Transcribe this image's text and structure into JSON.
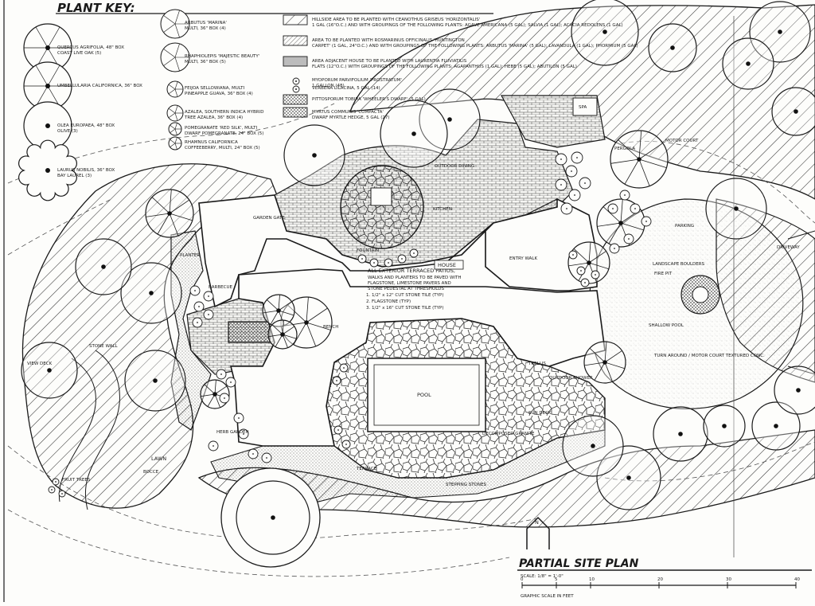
{
  "sheet": {
    "plant_key_title": "PLANT KEY:",
    "plan_title": "PARTIAL SITE PLAN",
    "scale_note": "SCALE: 1/8\" = 1'-0\"",
    "graphic_scale_note": "GRAPHIC SCALE IN FEET",
    "scale_ticks": [
      "0",
      "5",
      "10",
      "20",
      "30",
      "40"
    ],
    "north_label": "N"
  },
  "plant_key_left": [
    {
      "label": "QUERCUS AGRIFOLIA, 48\" BOX",
      "sub": "COAST LIVE OAK (5)"
    },
    {
      "label": "UMBELLULARIA CALIFORNICA, 36\" BOX",
      "sub": ""
    },
    {
      "label": "OLEA EUROPAEA, 48\" BOX",
      "sub": "OLIVE (3)"
    },
    {
      "label": "LAURUS NOBILIS, 36\" BOX",
      "sub": "BAY LAUREL (3)"
    }
  ],
  "plant_key_mid": [
    {
      "label": "ARBUTUS 'MARINA'",
      "sub": "MULTI, 36\" BOX (4)"
    },
    {
      "label": "RHAPHIOLEPIS 'MAJESTIC BEAUTY'",
      "sub": "MULTI, 36\" BOX (5)"
    },
    {
      "label": "FEIJOA SELLOWIANA, MULTI",
      "sub": "PINEAPPLE GUAVA, 36\" BOX (4)"
    },
    {
      "label": "AZALEA, SOUTHERN INDICA HYBRID",
      "sub": "TREE AZALEA, 36\" BOX (4)"
    },
    {
      "label": "POMEGRANATE 'RED SILK', MULTI",
      "sub": "DWARF POMEGRANATE, 24\" BOX (5)"
    },
    {
      "label": "RHAMNUS CALIFORNICA",
      "sub": "COFFEEBERRY, MULTI, 24\" BOX (5)"
    }
  ],
  "plant_key_right": [
    {
      "label": "HILLSIDE AREA TO BE PLANTED WITH CEANOTHUS GRISEUS 'HORIZONTALIS'",
      "sub": "1 GAL (16\"O.C.) AND WITH GROUPINGS OF THE FOLLOWING PLANTS: AGAVE AMERICANA (5 GAL); SALVIA (1 GAL); ACACIA REDOLENS (1 GAL)"
    },
    {
      "label": "AREA TO BE PLANTED WITH ROSMARINUS OFFICINALIS 'HUNTINGTON",
      "sub": "CARPET' (1 GAL, 24\"O.C.) AND WITH GROUPINGS OF THE FOLLOWING PLANTS: ARBUTUS 'MARINA' (5 GAL); LAVANDULA (1 GAL); PHORMIUM (5 GAL)"
    },
    {
      "label": "AREA ADJACENT HOUSE TO BE PLANTED WITH LAURENTIA FLUVIATILIS",
      "sub": "FLATS (12\"O.C.) WITH GROUPINGS OF THE FOLLOWING PLANTS: AGAPANTHUS (1 GAL); HEBE (5 GAL); ABUTILON (5 GAL)"
    },
    {
      "label": "MYOPORUM PARVIFOLIUM 'PROSTRATUM'",
      "sub": "1 GALLON (48)"
    },
    {
      "label": "VERBENA LILACINA, 5 GAL (14)",
      "sub": ""
    },
    {
      "label": "PITTOSPORUM TOBIRA 'WHEELER'S DWARF' (5 GAL)",
      "sub": ""
    },
    {
      "label": "MYRTUS COMMUNIS 'COMPACTA'",
      "sub": "DWARF MYRTLE HEDGE, 5 GAL (27)"
    }
  ],
  "notes": {
    "all_exterior": [
      "ALL EXTERIOR TERRACED PATIOS,",
      "WALKS AND PLANTERS TO BE PAVED WITH",
      "FLAGSTONE, LIMESTONE PAVERS AND",
      "STONE PEDESTAL AT THRESHOLDS"
    ],
    "tile_specs": [
      "1. 1/2\" x 12\" CUT STONE TILE (TYP)",
      "2. FLAGSTONE (TYP)",
      "3. 1/2\" x 16\" CUT STONE TILE (TYP)"
    ],
    "house": "HOUSE"
  },
  "site_labels": {
    "pool": "POOL",
    "spa": "SPA",
    "lawn": "LAWN",
    "fire_pit": "FIRE PIT",
    "parking": "PARKING",
    "boulders": "LANDSCAPE BOULDERS",
    "shallow_pool": "SHALLOW POOL",
    "motor_court": "TURN AROUND / MOTOR COURT TEXTURED CONC.",
    "gravel": "DECOMPOSED GRANITE",
    "herb_garden": "HERB GARDEN",
    "entry": "ENTRY WALK",
    "garden_gate": "GARDEN GATE",
    "bench": "BENCH",
    "barbecue": "BARBECUE",
    "fountain": "FOUNTAIN",
    "sun_deck": "SUN DECK",
    "stepping": "STEPPING STONES",
    "view_deck": "VIEW DECK",
    "wall": "STONE WALL",
    "shower": "OUTDOOR SHOWER",
    "trellis": "TRELLIS",
    "fruit": "FRUIT TREES",
    "bocce": "BOCCE",
    "pergola": "PERGOLA",
    "motor_court_2": "MOTOR COURT",
    "drive": "DRIVEWAY",
    "dining": "OUTDOOR DINING",
    "planter": "PLANTER",
    "kitchen": "KITCHEN",
    "terrace": "TERRACE"
  },
  "colors": {
    "ink": "#1a1a1a",
    "paper": "#fdfdfb",
    "tone": "#bcbcbc",
    "light_tone": "#dcdcdc"
  }
}
